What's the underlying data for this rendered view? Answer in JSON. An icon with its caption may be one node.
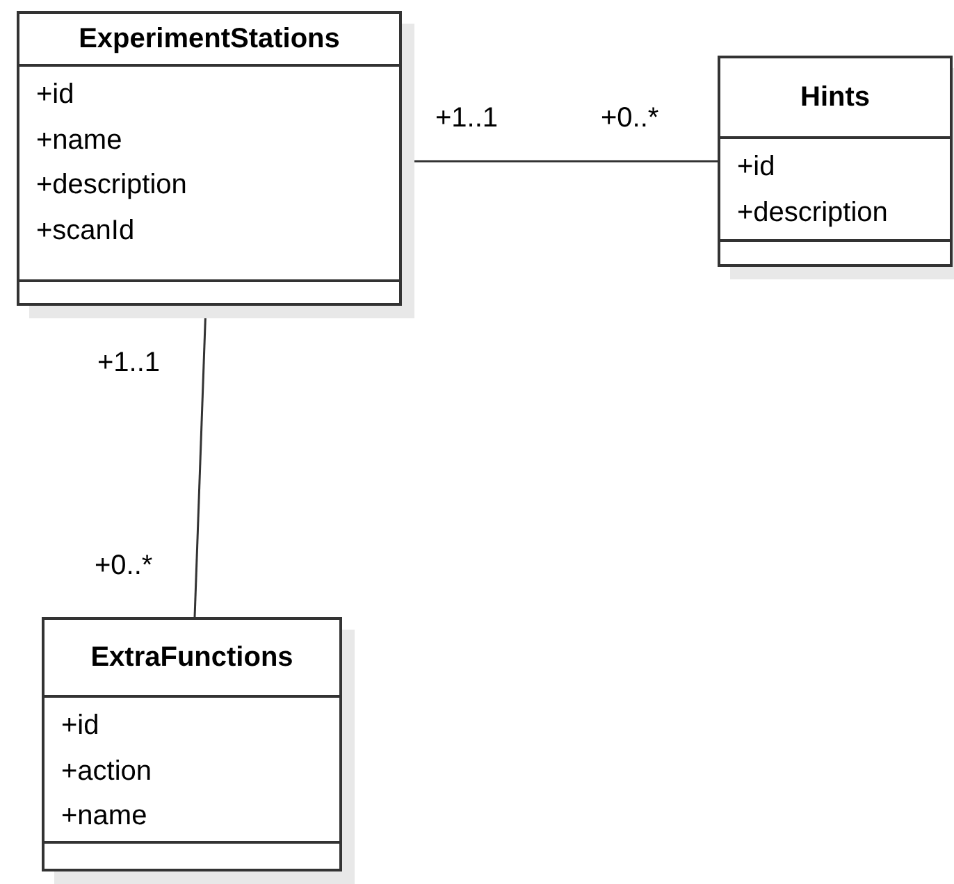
{
  "diagram": {
    "nodes": [
      {
        "text": [
          "ExperimentStations",
          "+id",
          "+name",
          "+description",
          "+scanId"
        ]
      },
      {
        "text": [
          "Hints",
          "+id",
          "+description"
        ]
      },
      {
        "text": [
          "ExtraFunctions",
          "+id",
          "+action",
          "+name"
        ]
      }
    ],
    "edges": [
      {
        "from": 0,
        "to": 1,
        "arrow": "none"
      },
      {
        "from": 0,
        "to": 2,
        "arrow": "none"
      }
    ],
    "labels": [
      "+1..1",
      "+0..*",
      "+1..1",
      "+0..*"
    ]
  }
}
